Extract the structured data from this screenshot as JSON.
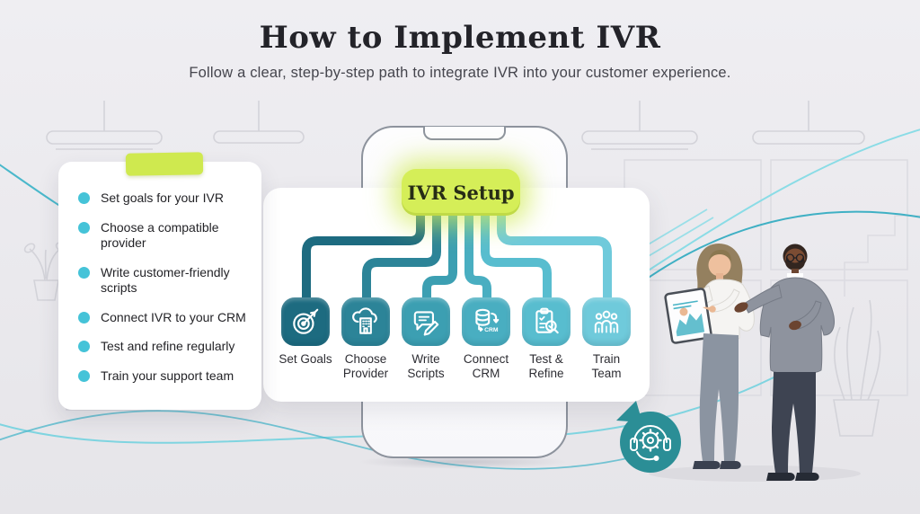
{
  "header": {
    "title": "How to Implement IVR",
    "subtitle": "Follow a clear, step-by-step path to integrate IVR into your customer experience."
  },
  "checklist": {
    "bullet_color": "#45c3d8",
    "items": [
      "Set goals for your IVR",
      "Choose a compatible provider",
      "Write customer-friendly scripts",
      "Connect IVR to your CRM",
      "Test and refine regularly",
      "Train your support team"
    ]
  },
  "flow": {
    "root_label": "IVR Setup",
    "root_bg": "#d5ee58",
    "steps": [
      {
        "label": "Set Goals",
        "icon": "target-icon",
        "color": "#1d6b80"
      },
      {
        "label": "Choose Provider",
        "icon": "cloud-building-icon",
        "color": "#2c8498"
      },
      {
        "label": "Write Scripts",
        "icon": "chat-pencil-icon",
        "color": "#3c9fb2"
      },
      {
        "label": "Connect CRM",
        "icon": "database-crm-icon",
        "color": "#49aec1",
        "badge": "CRM"
      },
      {
        "label": "Test & Refine",
        "icon": "clipboard-magnifier-icon",
        "color": "#58bdcf"
      },
      {
        "label": "Train Team",
        "icon": "team-icon",
        "color": "#6fcadb"
      }
    ]
  },
  "support_bubble": {
    "icon": "headset-gear-icon",
    "color": "#2b8e96"
  }
}
